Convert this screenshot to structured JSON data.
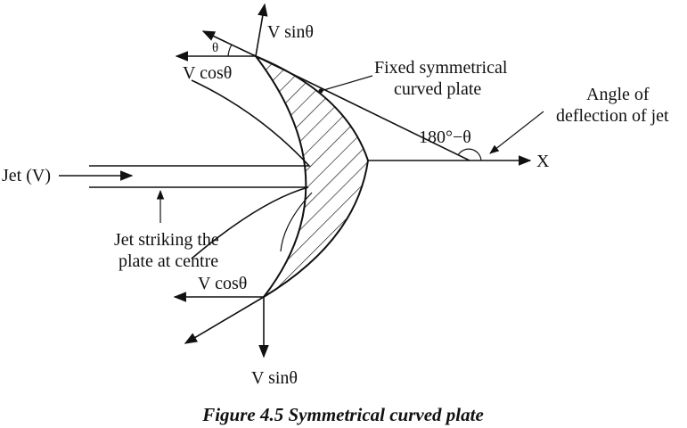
{
  "figure": {
    "caption": "Figure 4.5 Symmetrical curved plate",
    "labels": {
      "v_sin_top": "V sinθ",
      "theta": "θ",
      "v_cos_top": "V cosθ",
      "plate_line1": "Fixed symmetrical",
      "plate_line2": "curved plate",
      "angle_line1": "Angle of",
      "angle_line2": "deflection of jet",
      "angle_value": "180°−θ",
      "x_axis": "X",
      "jet": "Jet (V)",
      "striking_line1": "Jet striking the",
      "striking_line2": "plate at centre",
      "v_cos_bottom": "V cosθ",
      "v_sin_bottom": "V sinθ"
    }
  }
}
